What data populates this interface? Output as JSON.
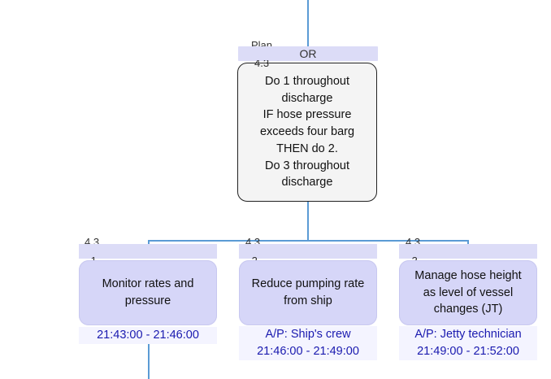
{
  "plan": {
    "label": "Plan",
    "operator": "OR",
    "id": "4.3",
    "text": "Do 1 throughout\ndischarge\nIF hose pressure\nexceeds four barg\nTHEN do 2.\nDo 3 throughout\ndischarge"
  },
  "tasks": [
    {
      "id_top": "4.3",
      "id_bottom": ".1",
      "text": "Monitor rates and\npressure",
      "ap": "",
      "time": "21:43:00 - 21:46:00"
    },
    {
      "id_top": "4.3",
      "id_bottom": ".2",
      "text": "Reduce pumping rate\nfrom ship",
      "ap": "A/P: Ship's crew",
      "time": "21:46:00 - 21:49:00"
    },
    {
      "id_top": "4.3",
      "id_bottom": ".3",
      "text": "Manage hose height\nas level of vessel\nchanges (JT)",
      "ap": "A/P: Jetty technician",
      "time": "21:49:00 - 21:52:00"
    }
  ]
}
